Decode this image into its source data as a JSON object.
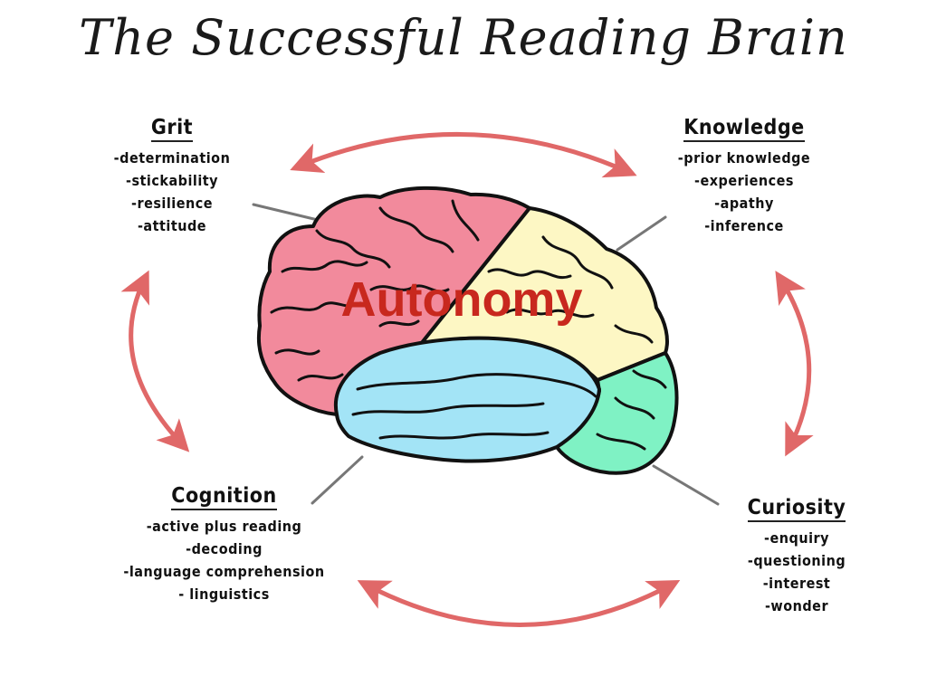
{
  "title": "The Successful Reading Brain",
  "center_label": "Autonomy",
  "quadrants": {
    "grit": {
      "heading": "Grit",
      "items": [
        "-determination",
        "-stickability",
        "-resilience",
        "-attitude"
      ]
    },
    "knowledge": {
      "heading": "Knowledge",
      "items": [
        "-prior knowledge",
        "-experiences",
        "-apathy",
        "-inference"
      ]
    },
    "cognition": {
      "heading": "Cognition",
      "items": [
        "-active plus reading",
        "-decoding",
        "-language comprehension",
        "- linguistics"
      ]
    },
    "curiosity": {
      "heading": "Curiosity",
      "items": [
        "-enquiry",
        "-questioning",
        "-interest",
        "-wonder"
      ]
    }
  },
  "colors": {
    "arrow": "#e06868",
    "frontal_lobe": "#f28a9c",
    "parietal_lobe": "#fdf7c4",
    "temporal_lobe": "#a3e4f6",
    "occipital_lobe": "#7ff2c4",
    "pointer_line": "#777777",
    "center_label": "#c8281e"
  }
}
